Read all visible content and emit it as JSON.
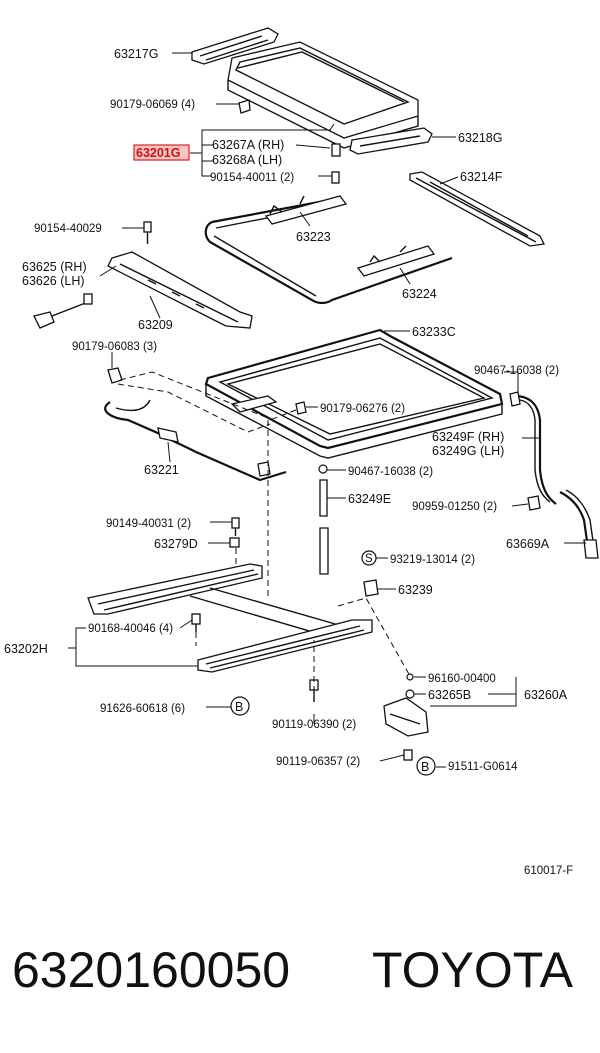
{
  "highlight_color": "#e02020",
  "labels": {
    "p63217G": "63217G",
    "p90179_06069": "90179-06069 (4)",
    "p63201G": "63201G",
    "p63267A": "63267A (RH)",
    "p63268A": "63268A (LH)",
    "p90154_40011": "90154-40011 (2)",
    "p63218G": "63218G",
    "p63214F": "63214F",
    "p90154_40029": "90154-40029",
    "p63223": "63223",
    "p63625": "63625 (RH)",
    "p63626": "63626 (LH)",
    "p63224": "63224",
    "p63209": "63209",
    "p63233C": "63233C",
    "p90179_06083": "90179-06083 (3)",
    "p90467_16038_a": "90467-16038 (2)",
    "p90179_06276": "90179-06276 (2)",
    "p63249F": "63249F (RH)",
    "p63249G": "63249G (LH)",
    "p63221": "63221",
    "p90467_16038_b": "90467-16038 (2)",
    "p63249E": "63249E",
    "p90959_01250": "90959-01250 (2)",
    "p90149_40031": "90149-40031 (2)",
    "p63279D": "63279D",
    "p63669A": "63669A",
    "s_mark": "S",
    "p93219_13014": "93219-13014 (2)",
    "p63239": "63239",
    "p63202H": "63202H",
    "p90168_40046": "90168-40046 (4)",
    "p96160_00400": "96160-00400",
    "p63265B": "63265B",
    "p63260A": "63260A",
    "p91626_60618": "91626-60618 (6)",
    "b_mark_1": "B",
    "p90119_06390": "90119-06390 (2)",
    "p90119_06357": "90119-06357 (2)",
    "b_mark_2": "B",
    "p91511_G0614": "91511-G0614",
    "fig_code": "610017-F"
  },
  "footer": {
    "part_number": "6320160050",
    "brand": "TOYOTA"
  }
}
